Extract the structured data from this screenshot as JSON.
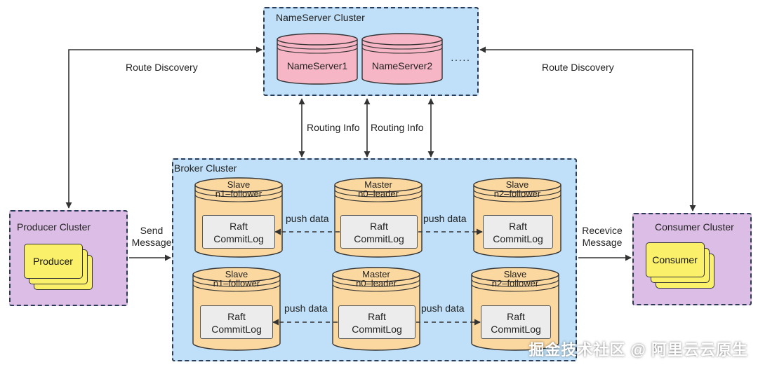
{
  "nameserver_cluster": {
    "title": "NameServer Cluster",
    "servers": [
      "NameServer1",
      "NameServer2"
    ],
    "ellipsis": "·····"
  },
  "broker_cluster": {
    "title": "Broker Cluster",
    "raft_label": "Raft",
    "commitlog_label": "CommitLog",
    "push_label": "push data",
    "groups": [
      {
        "slave1": [
          "Slave",
          "n1–follower"
        ],
        "master": [
          "Master",
          "n0–leader"
        ],
        "slave2": [
          "Slave",
          "n2–follower"
        ]
      },
      {
        "slave1": [
          "Slave",
          "n1–follower"
        ],
        "master": [
          "Master",
          "n0–leader"
        ],
        "slave2": [
          "Slave",
          "n2–follower"
        ]
      }
    ]
  },
  "producer_cluster": {
    "title": "Producer Cluster",
    "card": "Producer"
  },
  "consumer_cluster": {
    "title": "Consumer Cluster",
    "card": "Consumer"
  },
  "edges": {
    "route_discovery_left": "Route Discovery",
    "route_discovery_right": "Route Discovery",
    "routing_info_1": "Routing Info",
    "routing_info_2": "Routing Info",
    "send_message": [
      "Send",
      "Message"
    ],
    "receive_message": [
      "Recevice",
      "Message"
    ]
  },
  "watermark": "掘金技术社区 @ 阿里云云原生",
  "colors": {
    "cluster_blue": "#bfe0f8",
    "cluster_purple": "#dcbde6",
    "nameserver_pink": "#f6b6c6",
    "broker_orange": "#fbd8a0",
    "card_yellow": "#fbf06a",
    "border_dark": "#2b3a55"
  }
}
